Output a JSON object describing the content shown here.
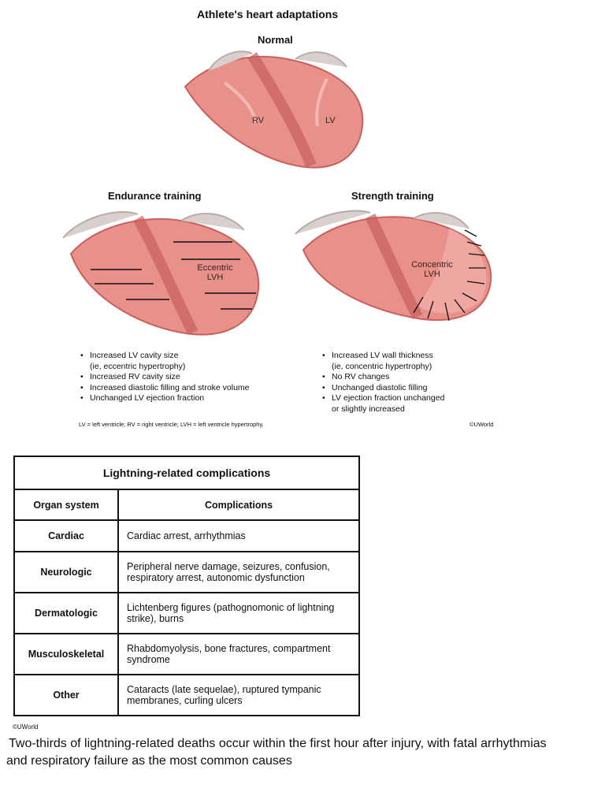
{
  "figure": {
    "title": "Athlete's heart adaptations",
    "normal": {
      "label": "Normal",
      "rv": "RV",
      "lv": "LV"
    },
    "endurance": {
      "label": "Endurance training",
      "heart_label_1": "Eccentric",
      "heart_label_2": "LVH",
      "bullets": [
        "Increased LV cavity size\n(ie, eccentric hypertrophy)",
        "Increased RV cavity size",
        "Increased diastolic filling and stroke volume",
        "Unchanged LV ejection fraction"
      ]
    },
    "strength": {
      "label": "Strength training",
      "heart_label_1": "Concentric",
      "heart_label_2": "LVH",
      "bullets": [
        "Increased LV wall thickness\n(ie, concentric hypertrophy)",
        "No RV changes",
        "Unchanged diastolic filling",
        "LV ejection fraction unchanged\nor slightly increased"
      ]
    },
    "footnote": "LV = left ventricle; RV = right ventricle; LVH = left ventricle hypertrophy.",
    "copyright": "©UWorld"
  },
  "table": {
    "title": "Lightning-related complications",
    "headers": [
      "Organ system",
      "Complications"
    ],
    "rows": [
      {
        "organ": "Cardiac",
        "complications": "Cardiac arrest, arrhythmias"
      },
      {
        "organ": "Neurologic",
        "complications": "Peripheral nerve damage, seizures, confusion, respiratory arrest, autonomic dysfunction"
      },
      {
        "organ": "Dermatologic",
        "complications": "Lichtenberg figures (pathognomonic of lightning strike), burns"
      },
      {
        "organ": "Musculoskeletal",
        "complications": "Rhabdomyolysis, bone fractures, compartment syndrome"
      },
      {
        "organ": "Other",
        "complications": "Cataracts (late sequelae), ruptured tympanic membranes, curling ulcers"
      }
    ],
    "copyright": "©UWorld"
  },
  "caption": "Two-thirds of lightning-related deaths occur within the first hour after injury, with fatal arrhythmias and respiratory failure as the most common causes",
  "colors": {
    "heart_fill": "#e8908a",
    "heart_dark": "#c9605c",
    "heart_light": "#f4b8b2",
    "vessel": "#d8d0cc"
  }
}
